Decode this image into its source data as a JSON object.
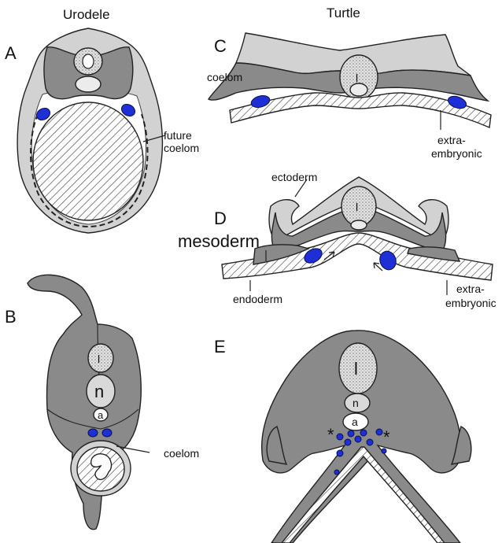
{
  "headings": {
    "left": "Urodele",
    "right": "Turtle"
  },
  "panels": {
    "A": {
      "letter": "A",
      "label_future": "future",
      "label_coelom": "coelom"
    },
    "B": {
      "letter": "B",
      "label_coelom": "coelom",
      "tube_l": "l",
      "notochord_n": "n",
      "aorta_a": "a"
    },
    "C": {
      "letter": "C",
      "label_coelom": "coelom",
      "label_extra1": "extra-",
      "label_extra2": "embryonic",
      "tube_l": "l"
    },
    "D": {
      "letter": "D",
      "label_ectoderm": "ectoderm",
      "label_mesoderm": "mesoderm",
      "label_endoderm": "endoderm",
      "label_extra1": "extra-",
      "label_extra2": "embryonic",
      "tube_l": "l"
    },
    "E": {
      "letter": "E",
      "tube_l": "l",
      "notochord_n": "n",
      "aorta_a": "a",
      "star": "*"
    }
  },
  "colors": {
    "mesoderm_gray": "#8a8a8a",
    "light_gray": "#d2d2d2",
    "cell_blue": "#1f2fd6",
    "outline": "#222222"
  }
}
